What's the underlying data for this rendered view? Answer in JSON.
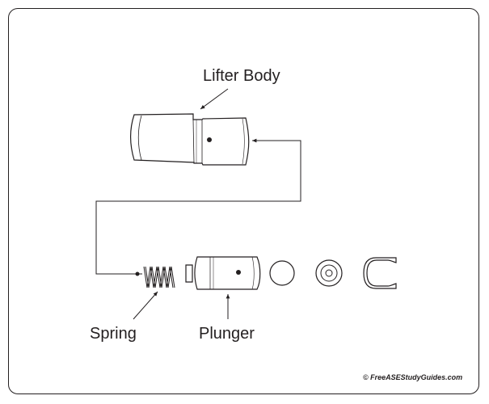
{
  "labels": {
    "lifter_body": "Lifter Body",
    "spring": "Spring",
    "plunger": "Plunger"
  },
  "credit": "© FreeASEStudyGuides.com",
  "colors": {
    "line": "#231f20",
    "background": "#ffffff"
  },
  "parts": [
    "lifter-body",
    "spring",
    "plunger",
    "check-ball",
    "retainer-ring",
    "snap-ring"
  ]
}
